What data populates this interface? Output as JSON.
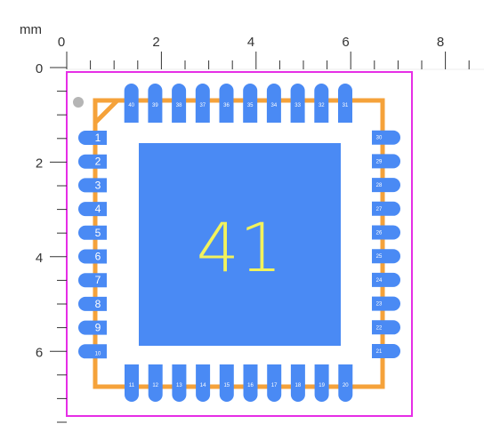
{
  "viewer": {
    "unit_label": "mm",
    "x_ticks": [
      "0",
      "2",
      "4",
      "6",
      "8"
    ],
    "y_ticks": [
      "0",
      "2",
      "4",
      "6"
    ]
  },
  "footprint": {
    "center_pad_label": "41",
    "left_pads": [
      "1",
      "2",
      "3",
      "4",
      "5",
      "6",
      "7",
      "8",
      "9",
      "10"
    ],
    "bottom_pads": [
      "11",
      "12",
      "13",
      "14",
      "15",
      "16",
      "17",
      "18",
      "19",
      "20"
    ],
    "right_pads": [
      "21",
      "22",
      "23",
      "24",
      "25",
      "26",
      "27",
      "28",
      "29",
      "30"
    ],
    "top_pads": [
      "31",
      "32",
      "33",
      "34",
      "35",
      "36",
      "37",
      "38",
      "39",
      "40"
    ]
  },
  "colors": {
    "pad": "#4a8af4",
    "silkscreen": "#f5a23a",
    "board_outline": "#e62ee6",
    "center_label": "#f2f25c",
    "pad_label": "#ffffff",
    "pin1_marker": "#b5b5b5",
    "ruler": "#333333"
  }
}
